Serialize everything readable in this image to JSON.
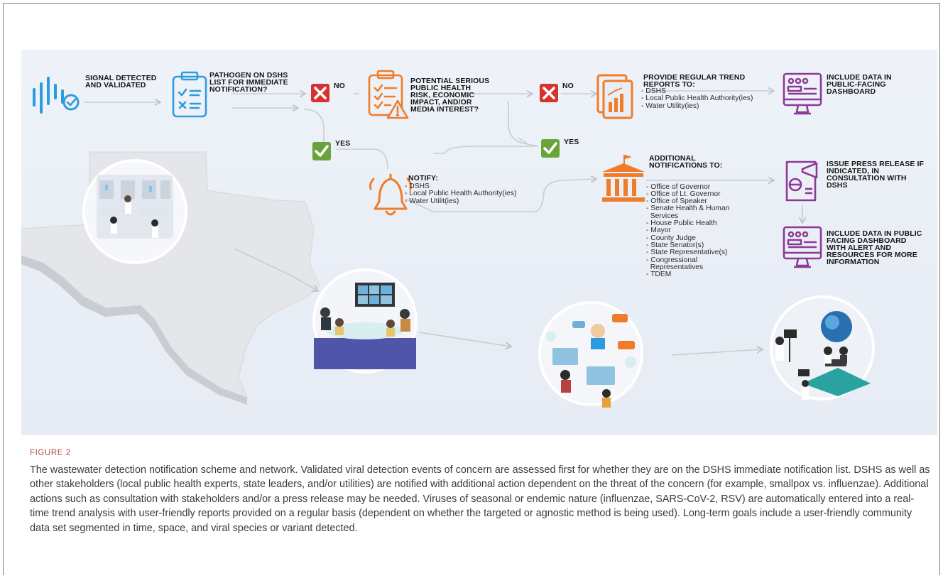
{
  "nodes": {
    "signal": {
      "lines": [
        "SIGNAL DETECTED",
        "AND VALIDATED"
      ]
    },
    "pathogen": {
      "lines": [
        "PATHOGEN ON DSHS",
        "LIST FOR IMMEDIATE",
        "NOTIFICATION?"
      ]
    },
    "risk": {
      "lines": [
        "POTENTIAL SERIOUS",
        "PUBLIC HEALTH",
        "RISK, ECONOMIC",
        "IMPACT, AND/OR",
        "MEDIA INTEREST?"
      ]
    },
    "trend": {
      "lines": [
        "PROVIDE REGULAR TREND",
        "REPORTS TO:"
      ],
      "items": [
        "- DSHS",
        "- Local Public Health Authority(ies)",
        "- Water Utility(ies)"
      ]
    },
    "dashboard": {
      "lines": [
        "INCLUDE DATA IN",
        "PUBLIC-FACING",
        "DASHBOARD"
      ]
    },
    "notify": {
      "lines": [
        "NOTIFY:"
      ],
      "items": [
        "- DSHS",
        "- Local Public Health Authority(ies)",
        "- Water Utilit(ies)"
      ]
    },
    "additional": {
      "lines": [
        "ADDITIONAL",
        "NOTIFICATIONS TO:"
      ],
      "items": [
        "- Office of Governor",
        "- Office of Lt. Governor",
        "- Office of Speaker",
        "- Senate Health & Human",
        "  Services",
        "- House Public Health",
        "- Mayor",
        "- County Judge",
        "- State Senator(s)",
        "- State Representative(s)",
        "- Congressional",
        "  Representatives",
        "- TDEM"
      ]
    },
    "press": {
      "lines": [
        "ISSUE  PRESS RELEASE IF",
        "INDICATED, IN",
        "CONSULTATION WITH",
        "DSHS"
      ]
    },
    "dashboard_alert": {
      "lines": [
        "INCLUDE DATA IN PUBLIC",
        "FACING DASHBOARD",
        "WITH ALERT AND",
        "RESOURCES FOR MORE",
        "INFORMATION"
      ]
    }
  },
  "decisions": {
    "no1": "NO",
    "no2": "NO",
    "yes1": "YES",
    "yes2": "YES"
  },
  "colors": {
    "orange": "#f07c2a",
    "blue": "#2d9bde",
    "purple": "#8c3a96",
    "red": "#d7322f",
    "green": "#6aa33a",
    "connector": "#c8ccd3"
  },
  "figure": {
    "label": "FIGURE 2",
    "caption": "The wastewater detection notification scheme and network. Validated viral detection events of concern are assessed first for whether they are on the DSHS immediate notification list. DSHS as well as other stakeholders (local public health experts, state leaders, and/or utilities) are notified with additional action dependent on the threat of the concern (for example, smallpox vs. influenzae). Additional actions such as consultation with stakeholders and/or a press release may be needed. Viruses of seasonal or endemic nature (influenzae, SARS-CoV-2, RSV) are automatically entered into a real-time trend analysis with user-friendly reports provided on a regular basis (dependent on whether the targeted or agnostic method is being used). Long-term goals include a user-friendly community data set segmented in time, space, and viral species or variant detected."
  }
}
